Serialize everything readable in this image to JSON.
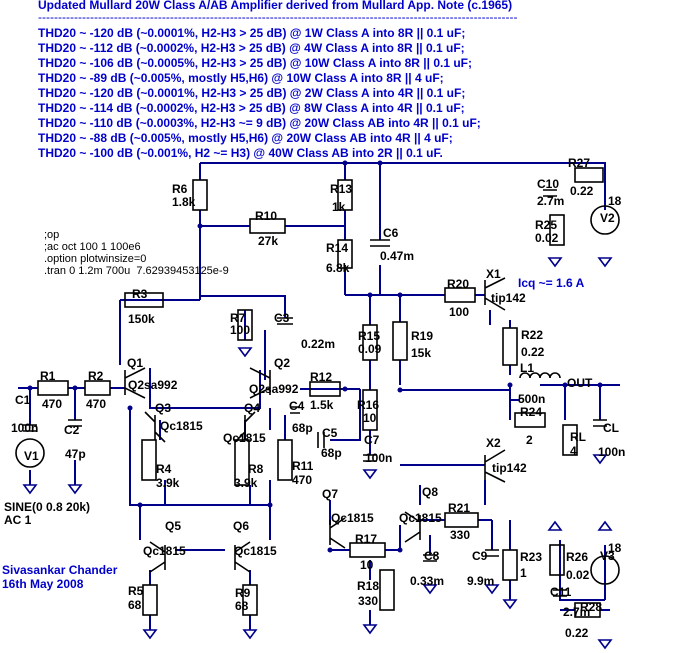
{
  "header": {
    "title": "Updated Mullard 20W Class A/AB Amplifier derived from Mullard App. Note (c.1965)",
    "divider": "------------------------------------------------------------------------------------------------------------------------",
    "thd_lines": [
      "THD20 ~ -120 dB (~0.0001%, H2-H3 > 25 dB) @ 1W Class A into 8R || 0.1 uF;",
      "THD20 ~ -112 dB (~0.0002%, H2-H3 > 25 dB) @ 4W Class A into 8R || 0.1 uF;",
      "THD20 ~ -106 dB (~0.0005%, H2-H3 > 25 dB) @ 10W Class A into 8R || 0.1 uF;",
      "THD20 ~ -89 dB (~0.005%, mostly H5,H6) @ 10W Class A into 8R || 4 uF;",
      "THD20 ~ -120 dB (~0.0001%, H2-H3 > 25 dB) @ 2W Class A into 4R || 0.1 uF;",
      "THD20 ~ -114 dB (~0.0002%, H2-H3 > 25 dB) @ 8W Class A into 4R || 0.1 uF;",
      "THD20 ~ -110 dB (~0.0003%, H2-H3 ~= 9 dB) @ 20W Class AB into 4R || 0.1 uF;",
      "THD20 ~ -88 dB (~0.005%, mostly H5,H6) @ 20W Class AB into 4R || 4 uF;",
      "THD20 ~ -100 dB (~0.001%, H2 ~= H3) @ 40W Class AB into 2R || 0.1 uF."
    ]
  },
  "spice": [
    ";op",
    ";ac oct 100 1 100e6",
    ".option plotwinsize=0",
    ".tran 0 1.2m 700u  7.62939453125e-9"
  ],
  "source": {
    "line1": "SINE(0 0.8 20k)",
    "line2": "AC 1"
  },
  "author": {
    "name": "Sivasankar Chander",
    "date": "16th May 2008"
  },
  "iq_note": "Icq ~= 1.6 A",
  "out_label": "OUT",
  "colors": {
    "text_blue": "#0000cc",
    "wire": "#00008b",
    "component": "#000000"
  },
  "labels": [
    {
      "t": "R6"
    },
    {
      "t": "1.8k"
    },
    {
      "t": "R13"
    },
    {
      "t": "1k"
    },
    {
      "t": "R10"
    },
    {
      "t": "27k"
    },
    {
      "t": "C6"
    },
    {
      "t": "0.47m"
    },
    {
      "t": "R14"
    },
    {
      "t": "6.8k"
    },
    {
      "t": "R3"
    },
    {
      "t": "150k"
    },
    {
      "t": "R7"
    },
    {
      "t": "100"
    },
    {
      "t": "C3"
    },
    {
      "t": "0.22m"
    },
    {
      "t": "R20"
    },
    {
      "t": "100"
    },
    {
      "t": "X1"
    },
    {
      "t": "tip142"
    },
    {
      "t": "R15"
    },
    {
      "t": "0.09"
    },
    {
      "t": "R19"
    },
    {
      "t": "15k"
    },
    {
      "t": "R22"
    },
    {
      "t": "0.22"
    },
    {
      "t": "L1"
    },
    {
      "t": "500n"
    },
    {
      "t": "R24"
    },
    {
      "t": "2"
    },
    {
      "t": "RL"
    },
    {
      "t": "4"
    },
    {
      "t": "CL"
    },
    {
      "t": "100n"
    },
    {
      "t": "R27"
    },
    {
      "t": "0.22"
    },
    {
      "t": "C10"
    },
    {
      "t": "2.7m"
    },
    {
      "t": "R25"
    },
    {
      "t": "0.02"
    },
    {
      "t": "V2"
    },
    {
      "t": "18"
    },
    {
      "t": "R1"
    },
    {
      "t": "470"
    },
    {
      "t": "R2"
    },
    {
      "t": "470"
    },
    {
      "t": "C1"
    },
    {
      "t": "100n"
    },
    {
      "t": "C2"
    },
    {
      "t": "47p"
    },
    {
      "t": "V1"
    },
    {
      "t": "Q1"
    },
    {
      "t": "Q2sa992"
    },
    {
      "t": "Q2"
    },
    {
      "t": "Q2sa992"
    },
    {
      "t": "Q3"
    },
    {
      "t": "Qc1815"
    },
    {
      "t": "Q4"
    },
    {
      "t": "Qc1815"
    },
    {
      "t": "R4"
    },
    {
      "t": "3.9k"
    },
    {
      "t": "R8"
    },
    {
      "t": "3.9k"
    },
    {
      "t": "C4"
    },
    {
      "t": "68p"
    },
    {
      "t": "C5"
    },
    {
      "t": "68p"
    },
    {
      "t": "R11"
    },
    {
      "t": "470"
    },
    {
      "t": "R12"
    },
    {
      "t": "1.5k"
    },
    {
      "t": "R16"
    },
    {
      "t": "10"
    },
    {
      "t": "C7"
    },
    {
      "t": "100n"
    },
    {
      "t": "X2"
    },
    {
      "t": "tip142"
    },
    {
      "t": "Q5"
    },
    {
      "t": "Qc1815"
    },
    {
      "t": "Q6"
    },
    {
      "t": "Qc1815"
    },
    {
      "t": "R5"
    },
    {
      "t": "68"
    },
    {
      "t": "R9"
    },
    {
      "t": "68"
    },
    {
      "t": "Q7"
    },
    {
      "t": "Qc1815"
    },
    {
      "t": "Q8"
    },
    {
      "t": "Qc1815"
    },
    {
      "t": "R17"
    },
    {
      "t": "10"
    },
    {
      "t": "R18"
    },
    {
      "t": "330"
    },
    {
      "t": "R21"
    },
    {
      "t": "330"
    },
    {
      "t": "C8"
    },
    {
      "t": "0.33m"
    },
    {
      "t": "C9"
    },
    {
      "t": "9.9m"
    },
    {
      "t": "R23"
    },
    {
      "t": "1"
    },
    {
      "t": "R26"
    },
    {
      "t": "0.02"
    },
    {
      "t": "C11"
    },
    {
      "t": "2.7m"
    },
    {
      "t": "R28"
    },
    {
      "t": "0.22"
    },
    {
      "t": "V3"
    },
    {
      "t": "18"
    }
  ]
}
